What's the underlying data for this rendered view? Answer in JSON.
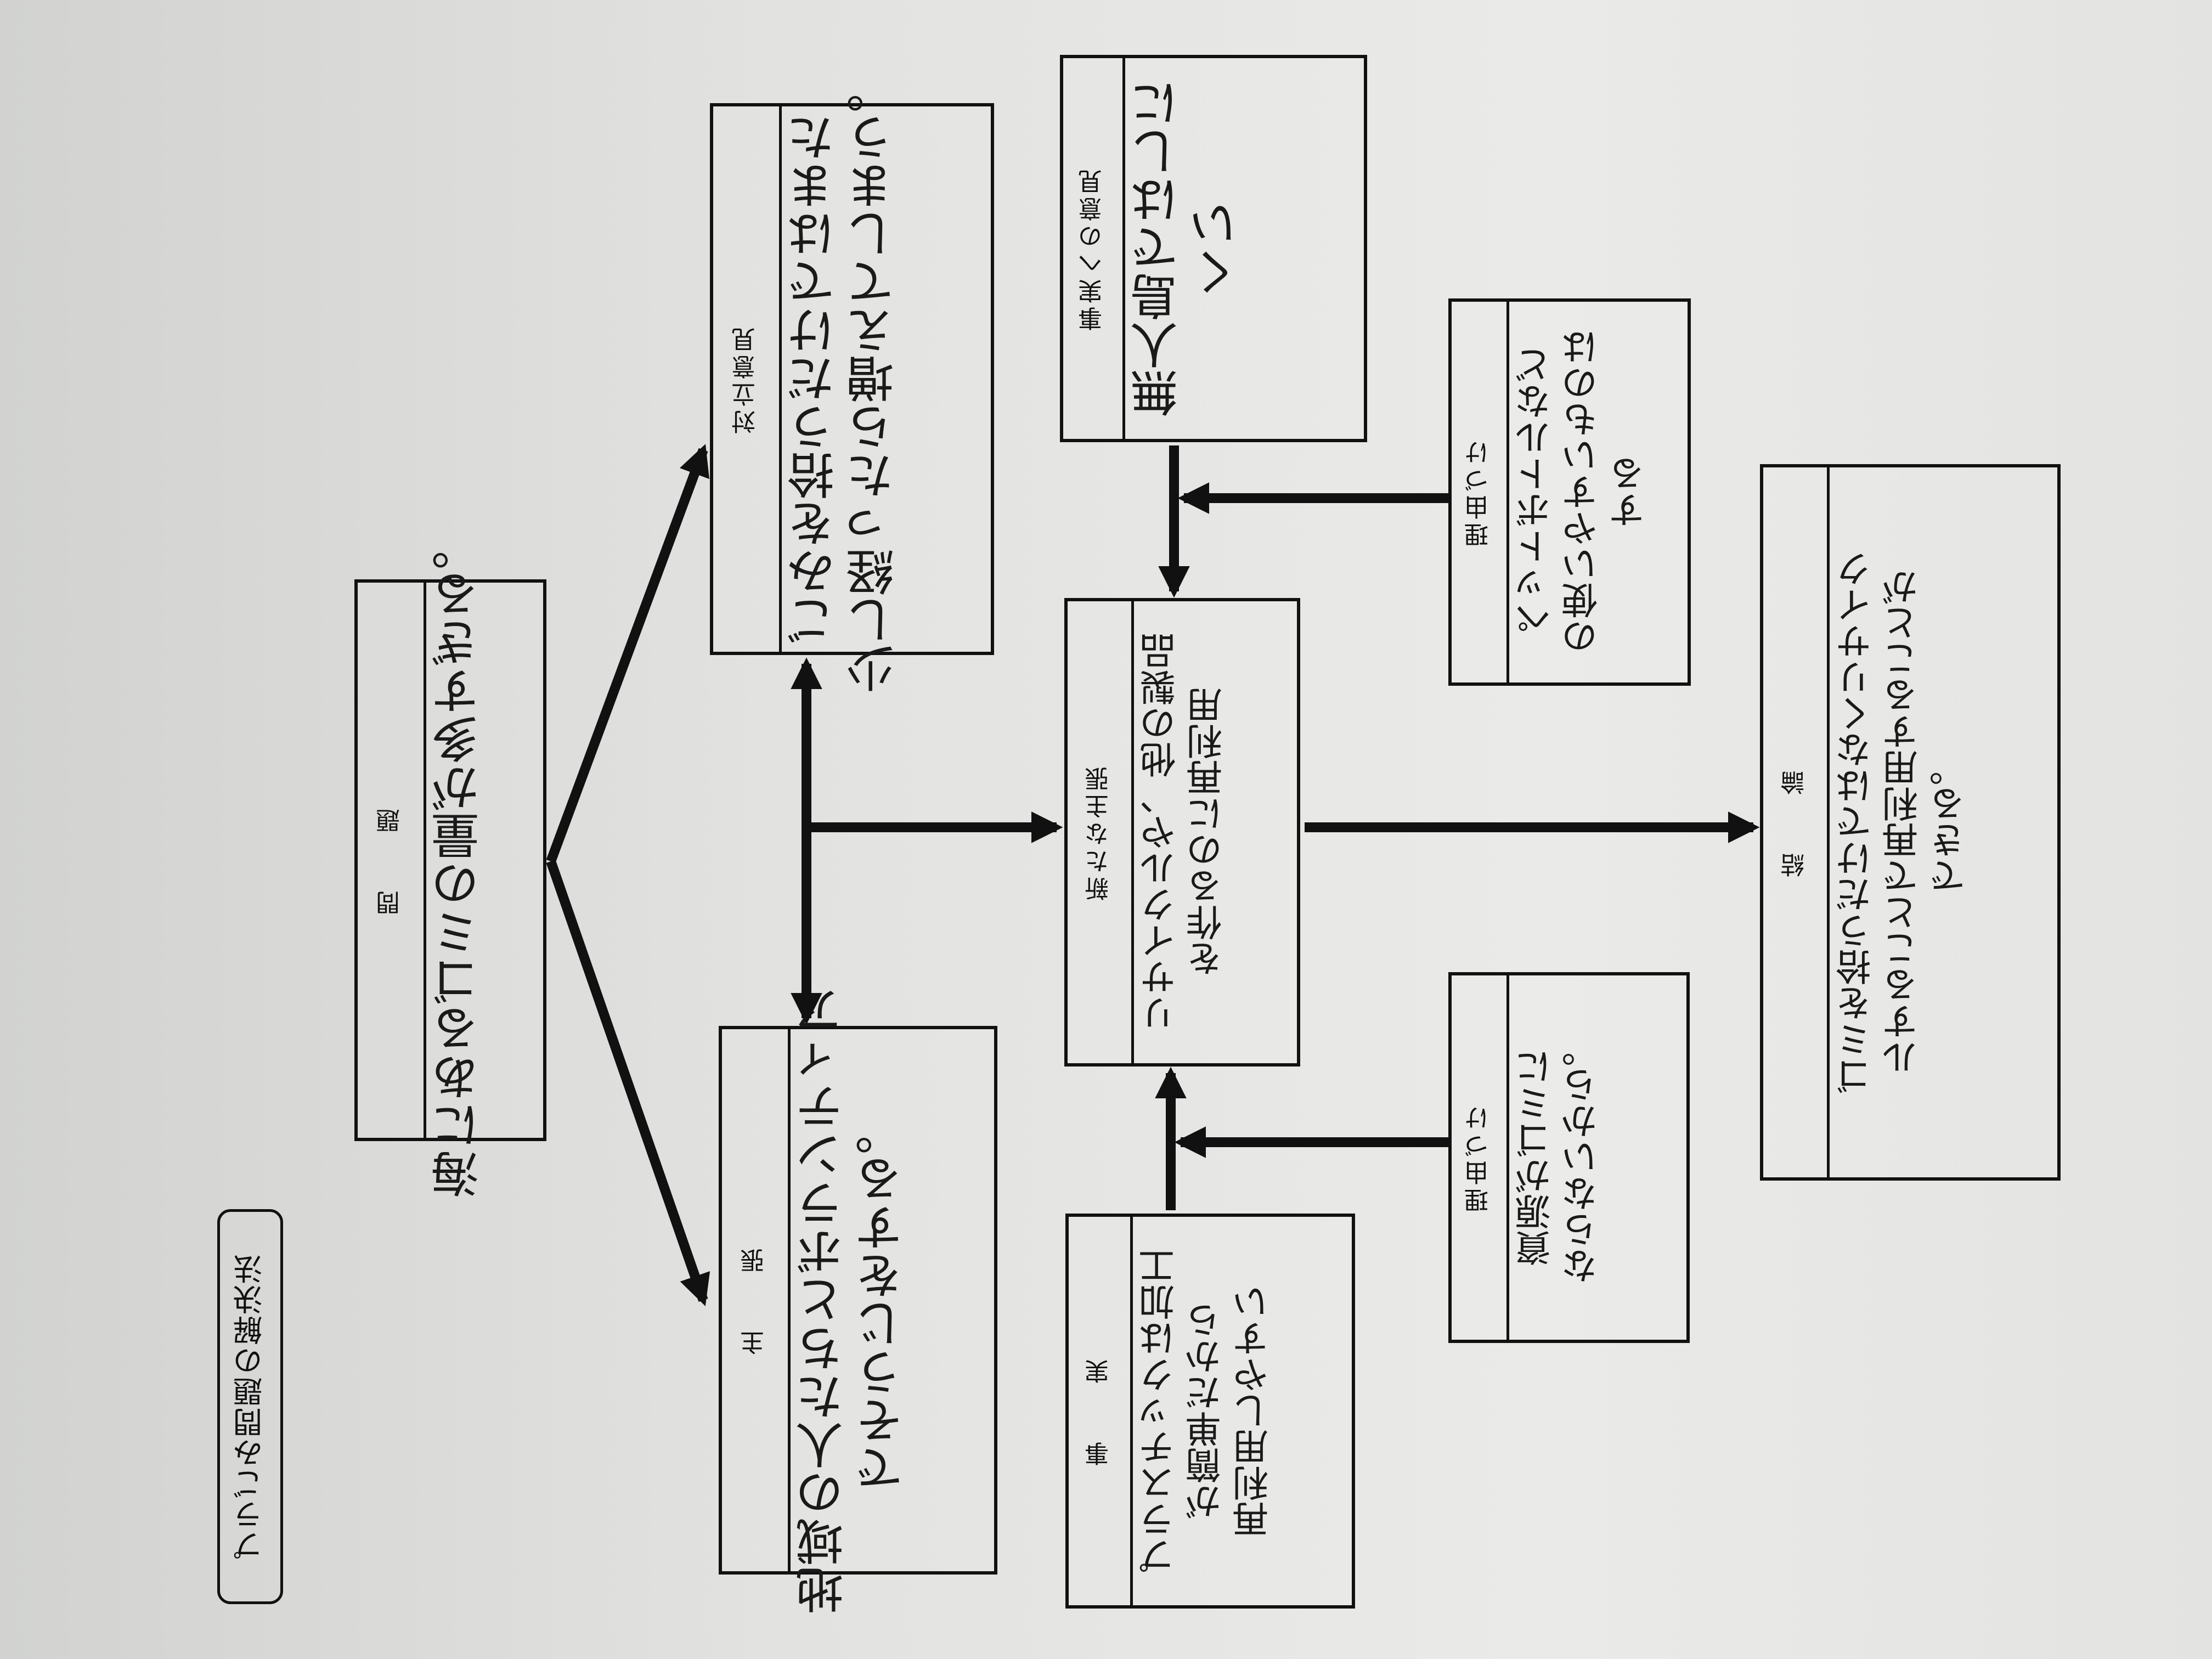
{
  "title": "プラごみ問題の解決法",
  "boxes": {
    "problem": {
      "label": "問　　題",
      "lines": [
        "海にあるゴミの量が多すぎる。"
      ]
    },
    "claim": {
      "label": "主　　張",
      "lines": [
        "地域の人たちとボランティア",
        "でそうじをする。"
      ]
    },
    "counter": {
      "label": "対立意見",
      "lines": [
        "ごみを拾うだけではまた",
        "少し経ったら増えてしまう。"
      ]
    },
    "opinion_on_fact": {
      "label": "事実への意見",
      "lines": [
        "無人島ではしに",
        "くい"
      ]
    },
    "reason1": {
      "label": "理由づけ",
      "lines": [
        "ペットボトルなど",
        "の使いやすいものは",
        "する"
      ]
    },
    "new_claim": {
      "label": "新たな主張",
      "lines": [
        "リサイクルや、他の製品",
        "を作るのに再利用"
      ]
    },
    "fact": {
      "label": "事　　実",
      "lines": [
        "プラスチックは加工",
        "が簡単だから",
        "再利用しやすい"
      ]
    },
    "reason2": {
      "label": "理由づけ",
      "lines": [
        "資源がゴミに",
        "ならないから。"
      ]
    },
    "conclusion": {
      "label": "結　　論",
      "lines": [
        "ゴミを拾うだけではなくリサイク",
        "ルすることで再利用することが",
        "できる。"
      ]
    }
  }
}
